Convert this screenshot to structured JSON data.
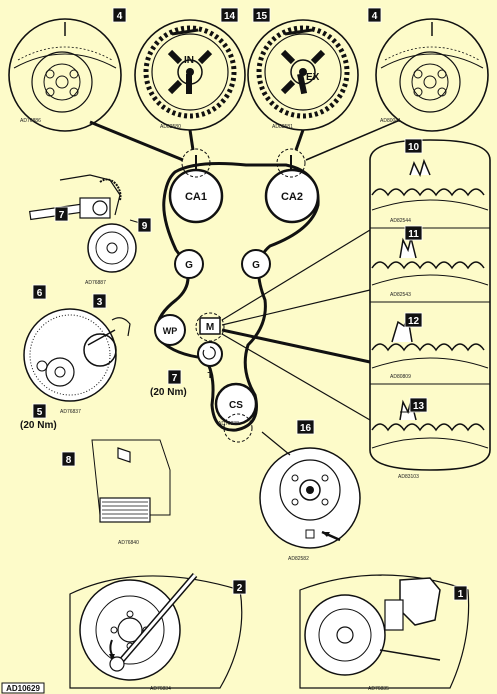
{
  "figure_id": "AD10629",
  "labels": {
    "intake": "IN",
    "exhaust": "EX"
  },
  "pulleys": {
    "ca1": "CA1",
    "ca2": "CA2",
    "guide": "G",
    "wp": "WP",
    "tensioner": "T",
    "cs": "CS",
    "mark": "M"
  },
  "torques": {
    "crank_bolt": "(20 Nm)",
    "tensioner": "(20 Nm)"
  },
  "captions": {
    "top_left": "AD76886",
    "top_intake": "AD82580",
    "top_exhaust": "AD82581",
    "top_right": "AD80041",
    "detail_10": "AD82544",
    "detail_11": "AD82543",
    "detail_12": "AD80809",
    "detail_13": "AD83103",
    "left_tensioner": "AD76887",
    "left_crank": "AD76837",
    "belt_center": "AD76838",
    "left_sensor": "AD76840",
    "crank_detail": "AD82582",
    "bottom_left": "AD76834",
    "bottom_right": "AD76835"
  },
  "callouts": [
    "4",
    "14",
    "15",
    "4",
    "10",
    "11",
    "7",
    "9",
    "12",
    "6",
    "3",
    "7",
    "5",
    "13",
    "8",
    "16",
    "2",
    "1"
  ]
}
